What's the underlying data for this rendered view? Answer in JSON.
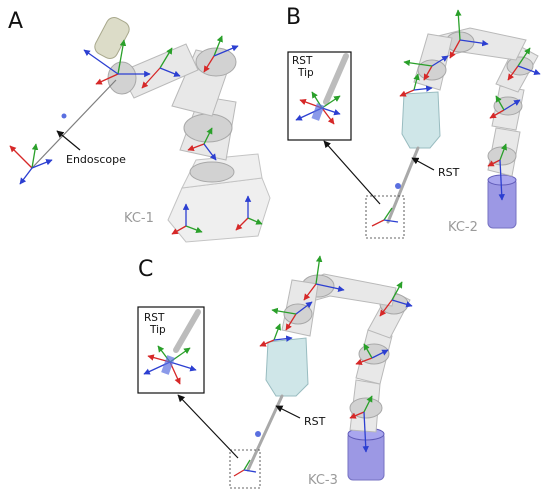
{
  "panels": [
    {
      "letter": "A",
      "robot_label": "KC-1",
      "callout": "Endoscope"
    },
    {
      "letter": "B",
      "robot_label": "KC-2",
      "callout": "RST",
      "inset_label_line1": "RST",
      "inset_label_line2": "Tip"
    },
    {
      "letter": "C",
      "robot_label": "KC-3",
      "callout": "RST",
      "inset_label_line1": "RST",
      "inset_label_line2": "Tip"
    }
  ],
  "colors": {
    "x_axis": "#d62828",
    "y_axis": "#2aa02a",
    "z_axis": "#2c3fd1",
    "robot_gray": "#e8e8e8",
    "instrument_teal": "#cfe6e8",
    "base_purple": "#8b87e0"
  }
}
